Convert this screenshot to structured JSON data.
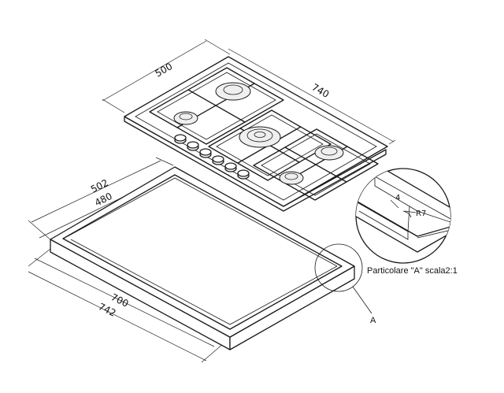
{
  "hob": {
    "depth_dim": "500",
    "width_dim": "740"
  },
  "cutout": {
    "outer_depth_dim": "502",
    "inner_depth_dim": "480",
    "inner_width_dim": "700",
    "outer_width_dim": "742"
  },
  "detail": {
    "thickness_dim": "4",
    "radius_dim": "R7",
    "caption": "Particolare \"A\" scala2:1",
    "ref_label": "A"
  }
}
